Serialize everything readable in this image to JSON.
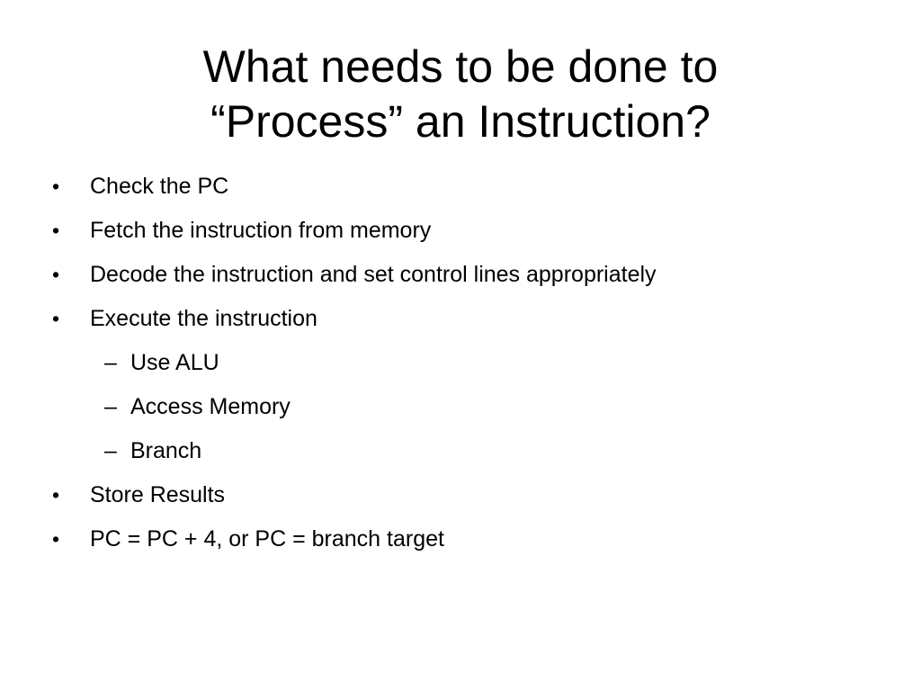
{
  "slide": {
    "title_lines": [
      "What needs to be done to",
      "“Process” an Instruction?"
    ],
    "bullet_marker": "•",
    "dash_marker": "–",
    "items": [
      {
        "text": "Check the PC",
        "level": 1
      },
      {
        "text": "Fetch the instruction from memory",
        "level": 1
      },
      {
        "text": "Decode the instruction and set control lines appropriately",
        "level": 1
      },
      {
        "text": "Execute the instruction",
        "level": 1
      },
      {
        "text": "Use ALU",
        "level": 2
      },
      {
        "text": "Access Memory",
        "level": 2
      },
      {
        "text": "Branch",
        "level": 2
      },
      {
        "text": "Store Results",
        "level": 1
      },
      {
        "text": "PC = PC + 4, or PC = branch target",
        "level": 1
      }
    ]
  }
}
